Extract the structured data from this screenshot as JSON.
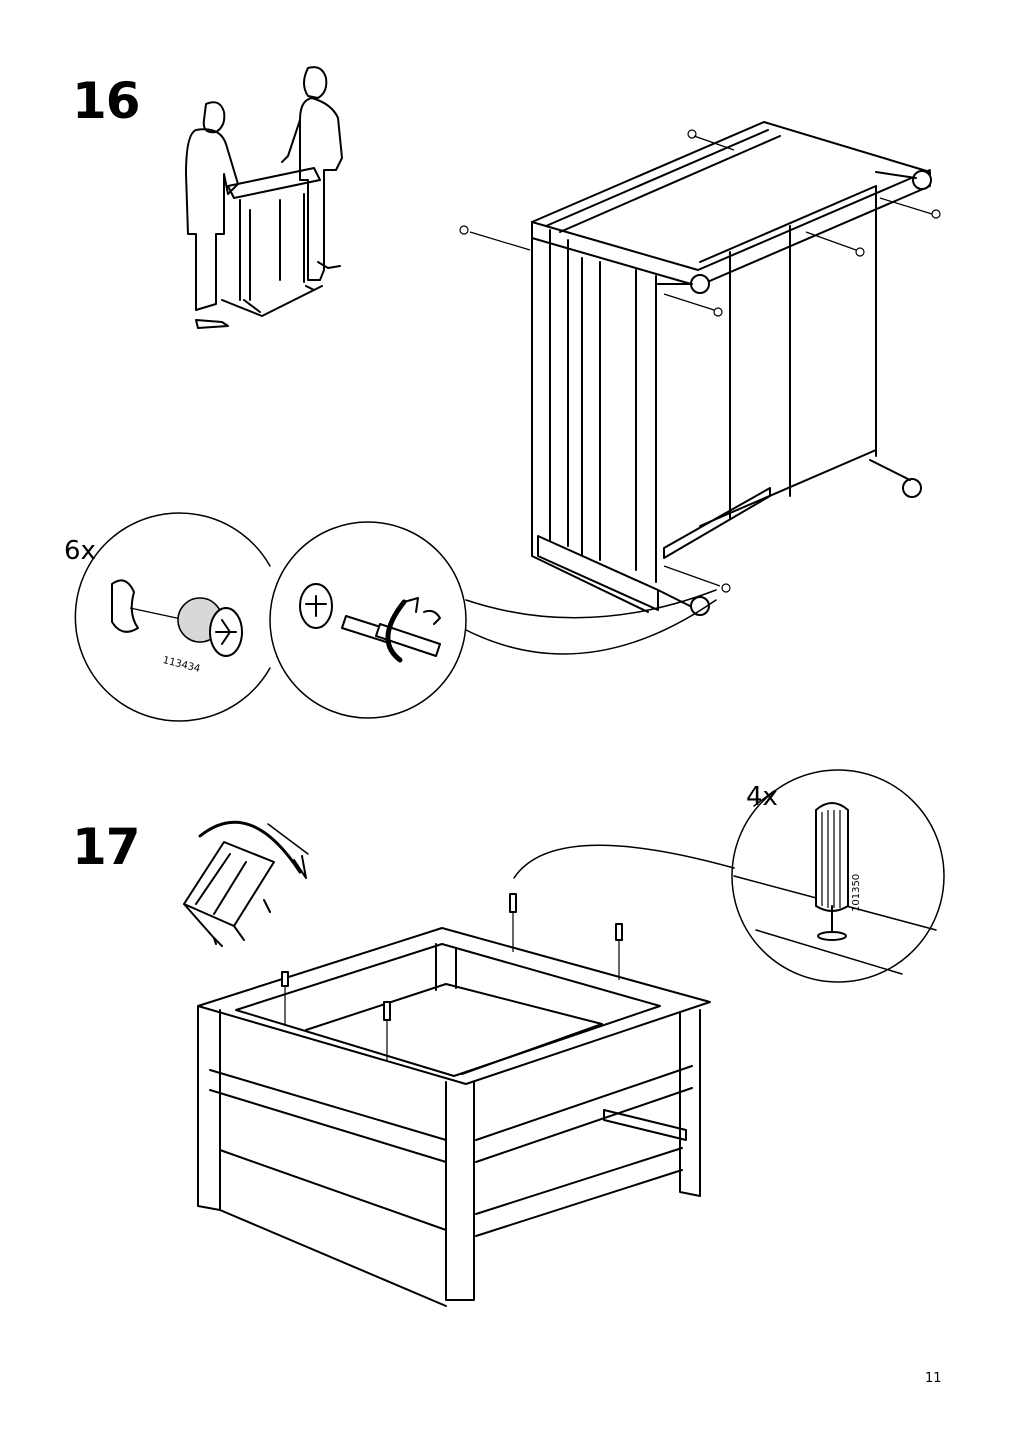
{
  "steps": [
    {
      "number": "16",
      "detail_quantity": "6x",
      "part_number": "113434"
    },
    {
      "number": "17",
      "detail_quantity": "4x",
      "part_number": "101350"
    }
  ],
  "page_number": "11",
  "icons": [
    "two-people-lifting-icon",
    "cam-lock-fitting-icon",
    "screwdriver-turn-icon",
    "flip-over-arrow-icon",
    "wooden-dowel-icon"
  ]
}
